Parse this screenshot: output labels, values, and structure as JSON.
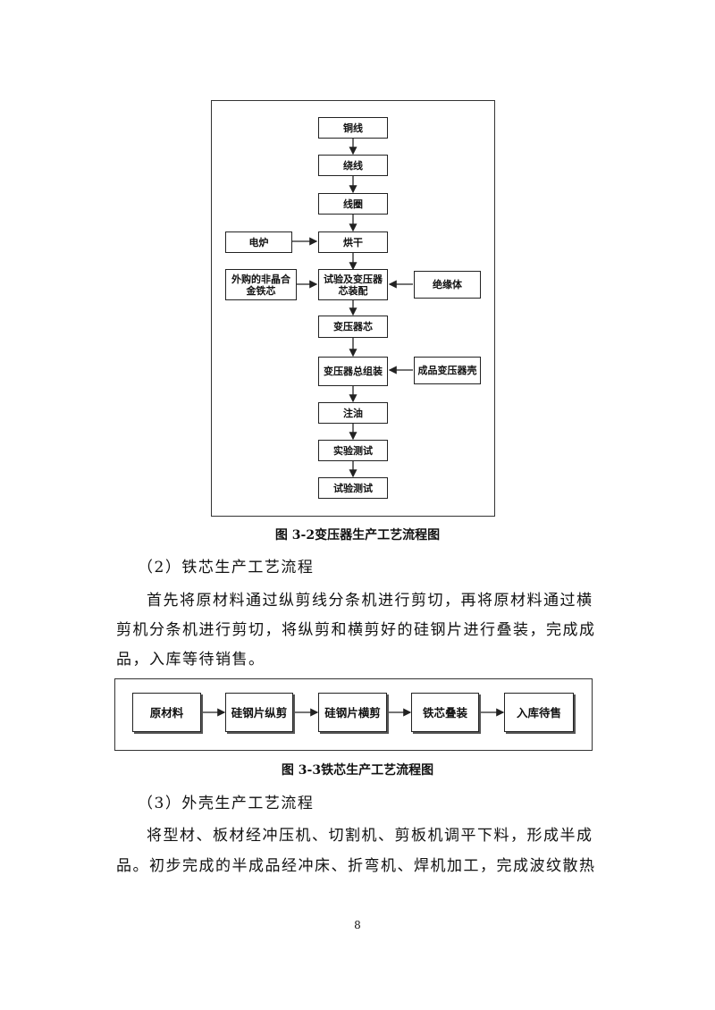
{
  "figure1": {
    "nodes": {
      "copper": "铜线",
      "winding": "绕线",
      "coil": "线圈",
      "furnace": "电炉",
      "drying": "烘干",
      "amorphous": "外购的非晶合金铁芯",
      "test_assembly": "试验及变压器芯装配",
      "insulator": "绝缘体",
      "transformer_core": "变压器芯",
      "final_assembly": "变压器总组装",
      "finished_shell": "成品变压器壳",
      "oil": "注油",
      "experiment_test": "实验测试",
      "trial_test": "试验测试"
    },
    "caption": "图 3-2变压器生产工艺流程图"
  },
  "section2": {
    "heading": "（2）铁芯生产工艺流程",
    "lines": [
      "首先将原材料通过纵剪线分条机进行剪切，再将原材料通过横",
      "剪机分条机进行剪切，将纵剪和横剪好的硅钢片进行叠装，完成成",
      "品，入库等待销售。"
    ]
  },
  "figure2": {
    "nodes": [
      "原材料",
      "硅钢片纵剪",
      "硅钢片横剪",
      "铁芯叠装",
      "入库待售"
    ],
    "caption": "图 3-3铁芯生产工艺流程图"
  },
  "section3": {
    "heading": "（3）外壳生产工艺流程",
    "lines": [
      "将型材、板材经冲压机、切割机、剪板机调平下料，形成半成",
      "品。初步完成的半成品经冲床、折弯机、焊机加工，完成波纹散热"
    ]
  },
  "page_number": "8"
}
